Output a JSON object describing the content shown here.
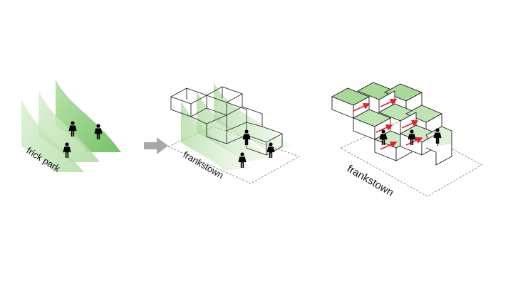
{
  "labels": {
    "panel1": "frick park",
    "panel2": "frankstown",
    "panel3": "frankstown"
  },
  "colors": {
    "green_light": "#cfe9c4",
    "green_mid": "#a9d99a",
    "green_dark": "#7cc56e",
    "outline": "#1a1a1a",
    "arrow": "#a8a8a8",
    "red_arrow": "#e0202a",
    "person": "#000000"
  },
  "icons": {
    "figure": "person-icon",
    "flow": "right-arrow-icon"
  }
}
